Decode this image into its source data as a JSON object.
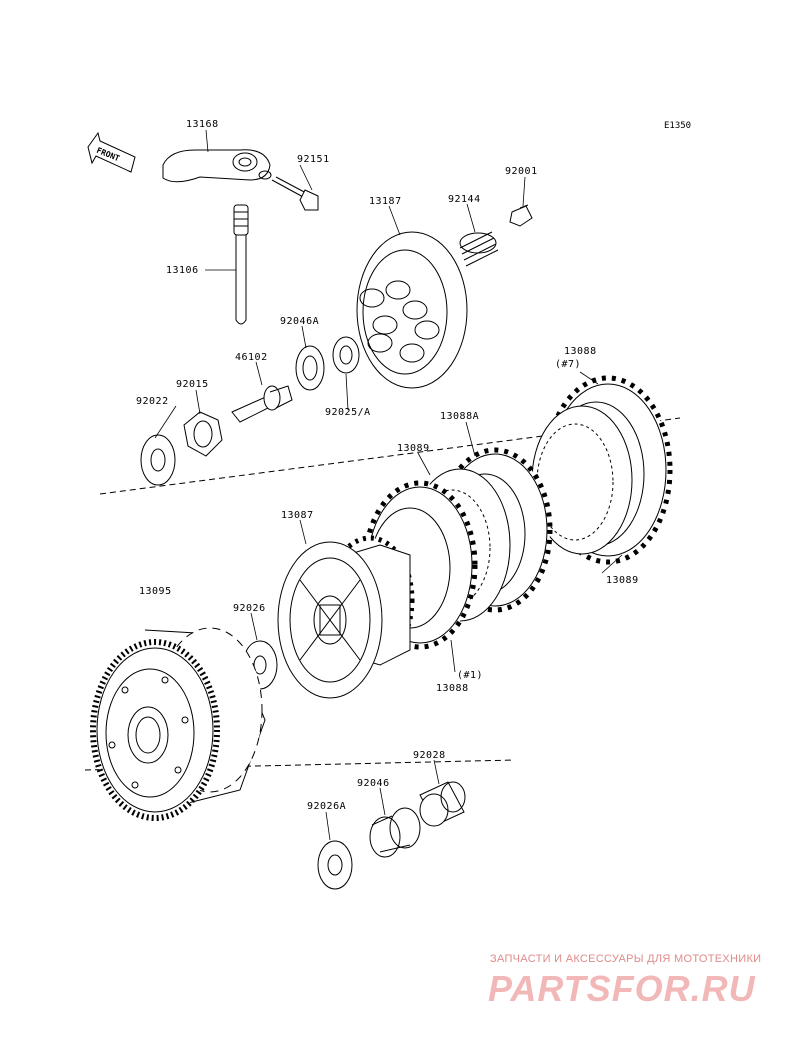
{
  "diagram_code": "E1350",
  "front_marker": "FRONT",
  "labels": {
    "p13168": "13168",
    "p92151": "92151",
    "p92001": "92001",
    "p13187": "13187",
    "p92144": "92144",
    "p13106": "13106",
    "p92046a": "92046A",
    "p46102": "46102",
    "p92015": "92015",
    "p92022": "92022",
    "p92025a": "92025/A",
    "p13088_top": "13088",
    "p13088_top_qty": "(#7)",
    "p13088a": "13088A",
    "p13089_left": "13089",
    "p13089_right": "13089",
    "p13087": "13087",
    "p13095": "13095",
    "p92026": "92026",
    "p13088_bottom": "13088",
    "p13088_bottom_qty": "(#1)",
    "p92028": "92028",
    "p92046": "92046",
    "p92026a": "92026A"
  },
  "watermark": {
    "tagline": "ЗАПЧАСТИ И АКСЕССУАРЫ ДЛЯ МОТОТЕХНИКИ",
    "logo": "PARTSFOR.RU"
  }
}
